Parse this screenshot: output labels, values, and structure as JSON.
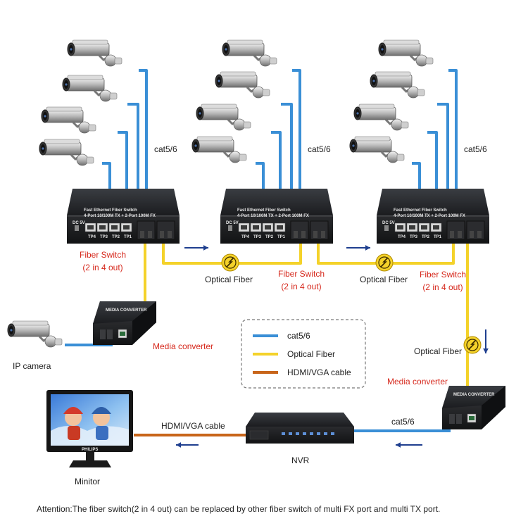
{
  "switches": [
    {
      "label_1": "Fiber Switch",
      "label_2": "(2 in 4 out)",
      "cable_label": "cat5/6",
      "title": "Fast Ethernet Fiber Switch",
      "subtitle": "4-Port 10/100M TX + 2-Port 100M FX",
      "port_labels": [
        "TP4",
        "TP3",
        "TP2",
        "TP1"
      ],
      "dc_label": "DC 5V"
    },
    {
      "label_1": "Fiber Switch",
      "label_2": "(2 in 4 out)",
      "cable_label": "cat5/6",
      "title": "Fast Ethernet Fiber Switch",
      "subtitle": "4-Port 10/100M TX + 2-Port 100M FX",
      "port_labels": [
        "TP4",
        "TP3",
        "TP2",
        "TP1"
      ],
      "dc_label": "DC 5V"
    },
    {
      "label_1": "Fiber Switch",
      "label_2": "(2 in 4 out)",
      "cable_label": "cat5/6",
      "title": "Fast Ethernet Fiber Switch",
      "subtitle": "4-Port 10/100M TX + 2-Port 100M FX",
      "port_labels": [
        "TP4",
        "TP3",
        "TP2",
        "TP1"
      ],
      "dc_label": "DC 5V"
    }
  ],
  "optical_fiber_labels": [
    "Optical Fiber",
    "Optical Fiber",
    "Optical Fiber"
  ],
  "media_converters": [
    {
      "label": "Media converter",
      "device_text": "MEDIA CONVERTER"
    },
    {
      "label": "Media converter",
      "device_text": "MEDIA CONVERTER"
    }
  ],
  "ip_camera_label": "IP camera",
  "nvr_label": "NVR",
  "monitor": {
    "label": "Minitor",
    "brand": "PHILIPS"
  },
  "hdmi_label": "HDMI/VGA cable",
  "nvr_cable_label": "cat5/6",
  "legend": [
    {
      "label": "cat5/6",
      "color": "#3a8fd6"
    },
    {
      "label": "Optical Fiber",
      "color": "#f4d22a"
    },
    {
      "label": "HDMI/VGA cable",
      "color": "#c8651a"
    }
  ],
  "attention": "Attention:The fiber switch(2 in 4 out) can be replaced by other fiber switch of multi FX port and multi TX port.",
  "colors": {
    "cat": "#3a8fd6",
    "fiber": "#f4d22a",
    "hdmi": "#c8651a",
    "label_red": "#d6281c",
    "arrow": "#1f3f8f"
  }
}
